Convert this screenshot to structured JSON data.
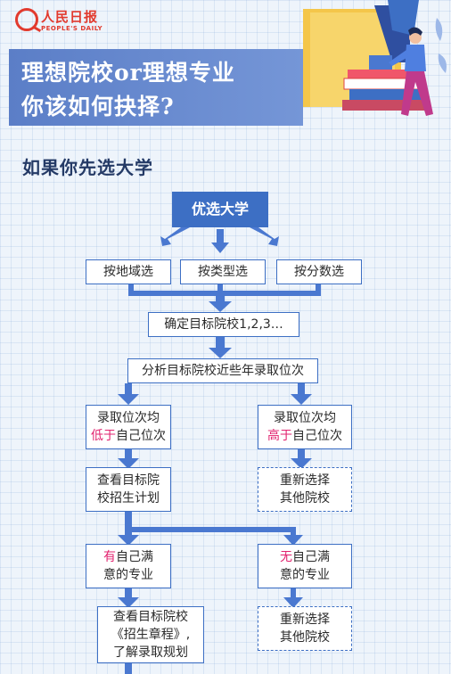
{
  "header": {
    "logo_cn": "人民日报",
    "logo_en": "PEOPLE'S DAILY",
    "title_line1": "理想院校or理想专业",
    "title_line2": "你该如何抉择?"
  },
  "section": {
    "title": "如果你先选大学"
  },
  "flow": {
    "start": "优选大学",
    "option_region": "按地域选",
    "option_type": "按类型选",
    "option_score": "按分数选",
    "confirm": "确定目标院校1,2,3…",
    "analyze": "分析目标院校近些年录取位次",
    "left_rank": {
      "line1": "录取位次均",
      "hl": "低于",
      "rest": "自己位次"
    },
    "right_rank": {
      "line1": "录取位次均",
      "hl": "高于",
      "rest": "自己位次"
    },
    "view_plan": {
      "line1": "查看目标院",
      "line2": "校招生计划"
    },
    "reselect_1": {
      "line1": "重新选择",
      "line2": "其他院校"
    },
    "has_major": {
      "hl": "有",
      "rest": "自己满",
      "line2": "意的专业"
    },
    "no_major": {
      "hl": "无",
      "rest": "自己满",
      "line2": "意的专业"
    },
    "view_rules": {
      "line1": "查看目标院校",
      "line2": "《招生章程》,",
      "line3": "了解录取规划"
    },
    "reselect_2": {
      "line1": "重新选择",
      "line2": "其他院校"
    }
  },
  "colors": {
    "accent": "#3d6fc4",
    "banner": "#6c8fd4",
    "highlight": "#e2236f",
    "logo": "#e23a2e",
    "heading": "#243a66"
  }
}
